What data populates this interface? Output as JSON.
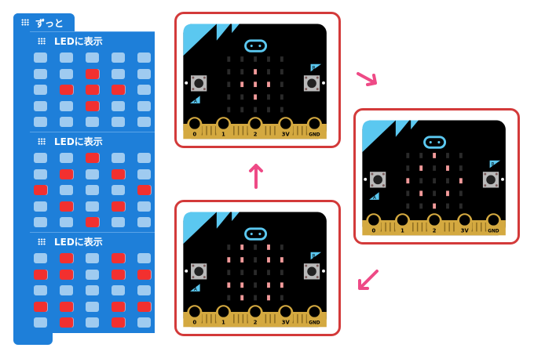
{
  "forever_block": {
    "label": "ずっと",
    "icon": "grid-icon"
  },
  "show_leds_blocks": [
    {
      "label": "LEDに表示",
      "pattern": [
        [
          0,
          0,
          0,
          0,
          0
        ],
        [
          0,
          0,
          1,
          0,
          0
        ],
        [
          0,
          1,
          1,
          1,
          0
        ],
        [
          0,
          0,
          1,
          0,
          0
        ],
        [
          0,
          0,
          0,
          0,
          0
        ]
      ]
    },
    {
      "label": "LEDに表示",
      "pattern": [
        [
          0,
          0,
          1,
          0,
          0
        ],
        [
          0,
          1,
          0,
          1,
          0
        ],
        [
          1,
          0,
          0,
          0,
          1
        ],
        [
          0,
          1,
          0,
          1,
          0
        ],
        [
          0,
          0,
          1,
          0,
          0
        ]
      ]
    },
    {
      "label": "LEDに表示",
      "pattern": [
        [
          0,
          1,
          0,
          1,
          0
        ],
        [
          1,
          1,
          0,
          1,
          1
        ],
        [
          0,
          0,
          0,
          0,
          0
        ],
        [
          1,
          1,
          0,
          1,
          1
        ],
        [
          0,
          1,
          0,
          1,
          0
        ]
      ]
    }
  ],
  "microbit": {
    "button_a": "A",
    "button_b": "B",
    "pins": [
      "0",
      "1",
      "2",
      "3V",
      "GND"
    ]
  },
  "colors": {
    "block": "#1e7fd9",
    "led_on": "#f2302f",
    "led_off": "#9fcbf0",
    "frame": "#d33a3a",
    "arrow": "#ee4a86",
    "board_led": "#f29a9a"
  }
}
